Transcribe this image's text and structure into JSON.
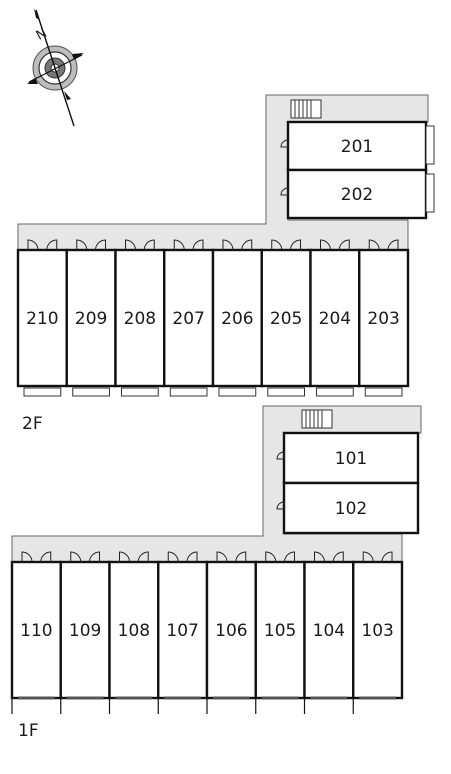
{
  "compass": {
    "letter": "N",
    "icon": "compass-rose-icon"
  },
  "colors": {
    "corridor": "#e6e6e6",
    "wall": "#111111",
    "room": "#ffffff"
  },
  "floors": [
    {
      "label": "2F",
      "units_top": [
        "201",
        "202"
      ],
      "units_row": [
        "210",
        "209",
        "208",
        "207",
        "206",
        "205",
        "204",
        "203"
      ]
    },
    {
      "label": "1F",
      "units_top": [
        "101",
        "102"
      ],
      "units_row": [
        "110",
        "109",
        "108",
        "107",
        "106",
        "105",
        "104",
        "103"
      ]
    }
  ]
}
